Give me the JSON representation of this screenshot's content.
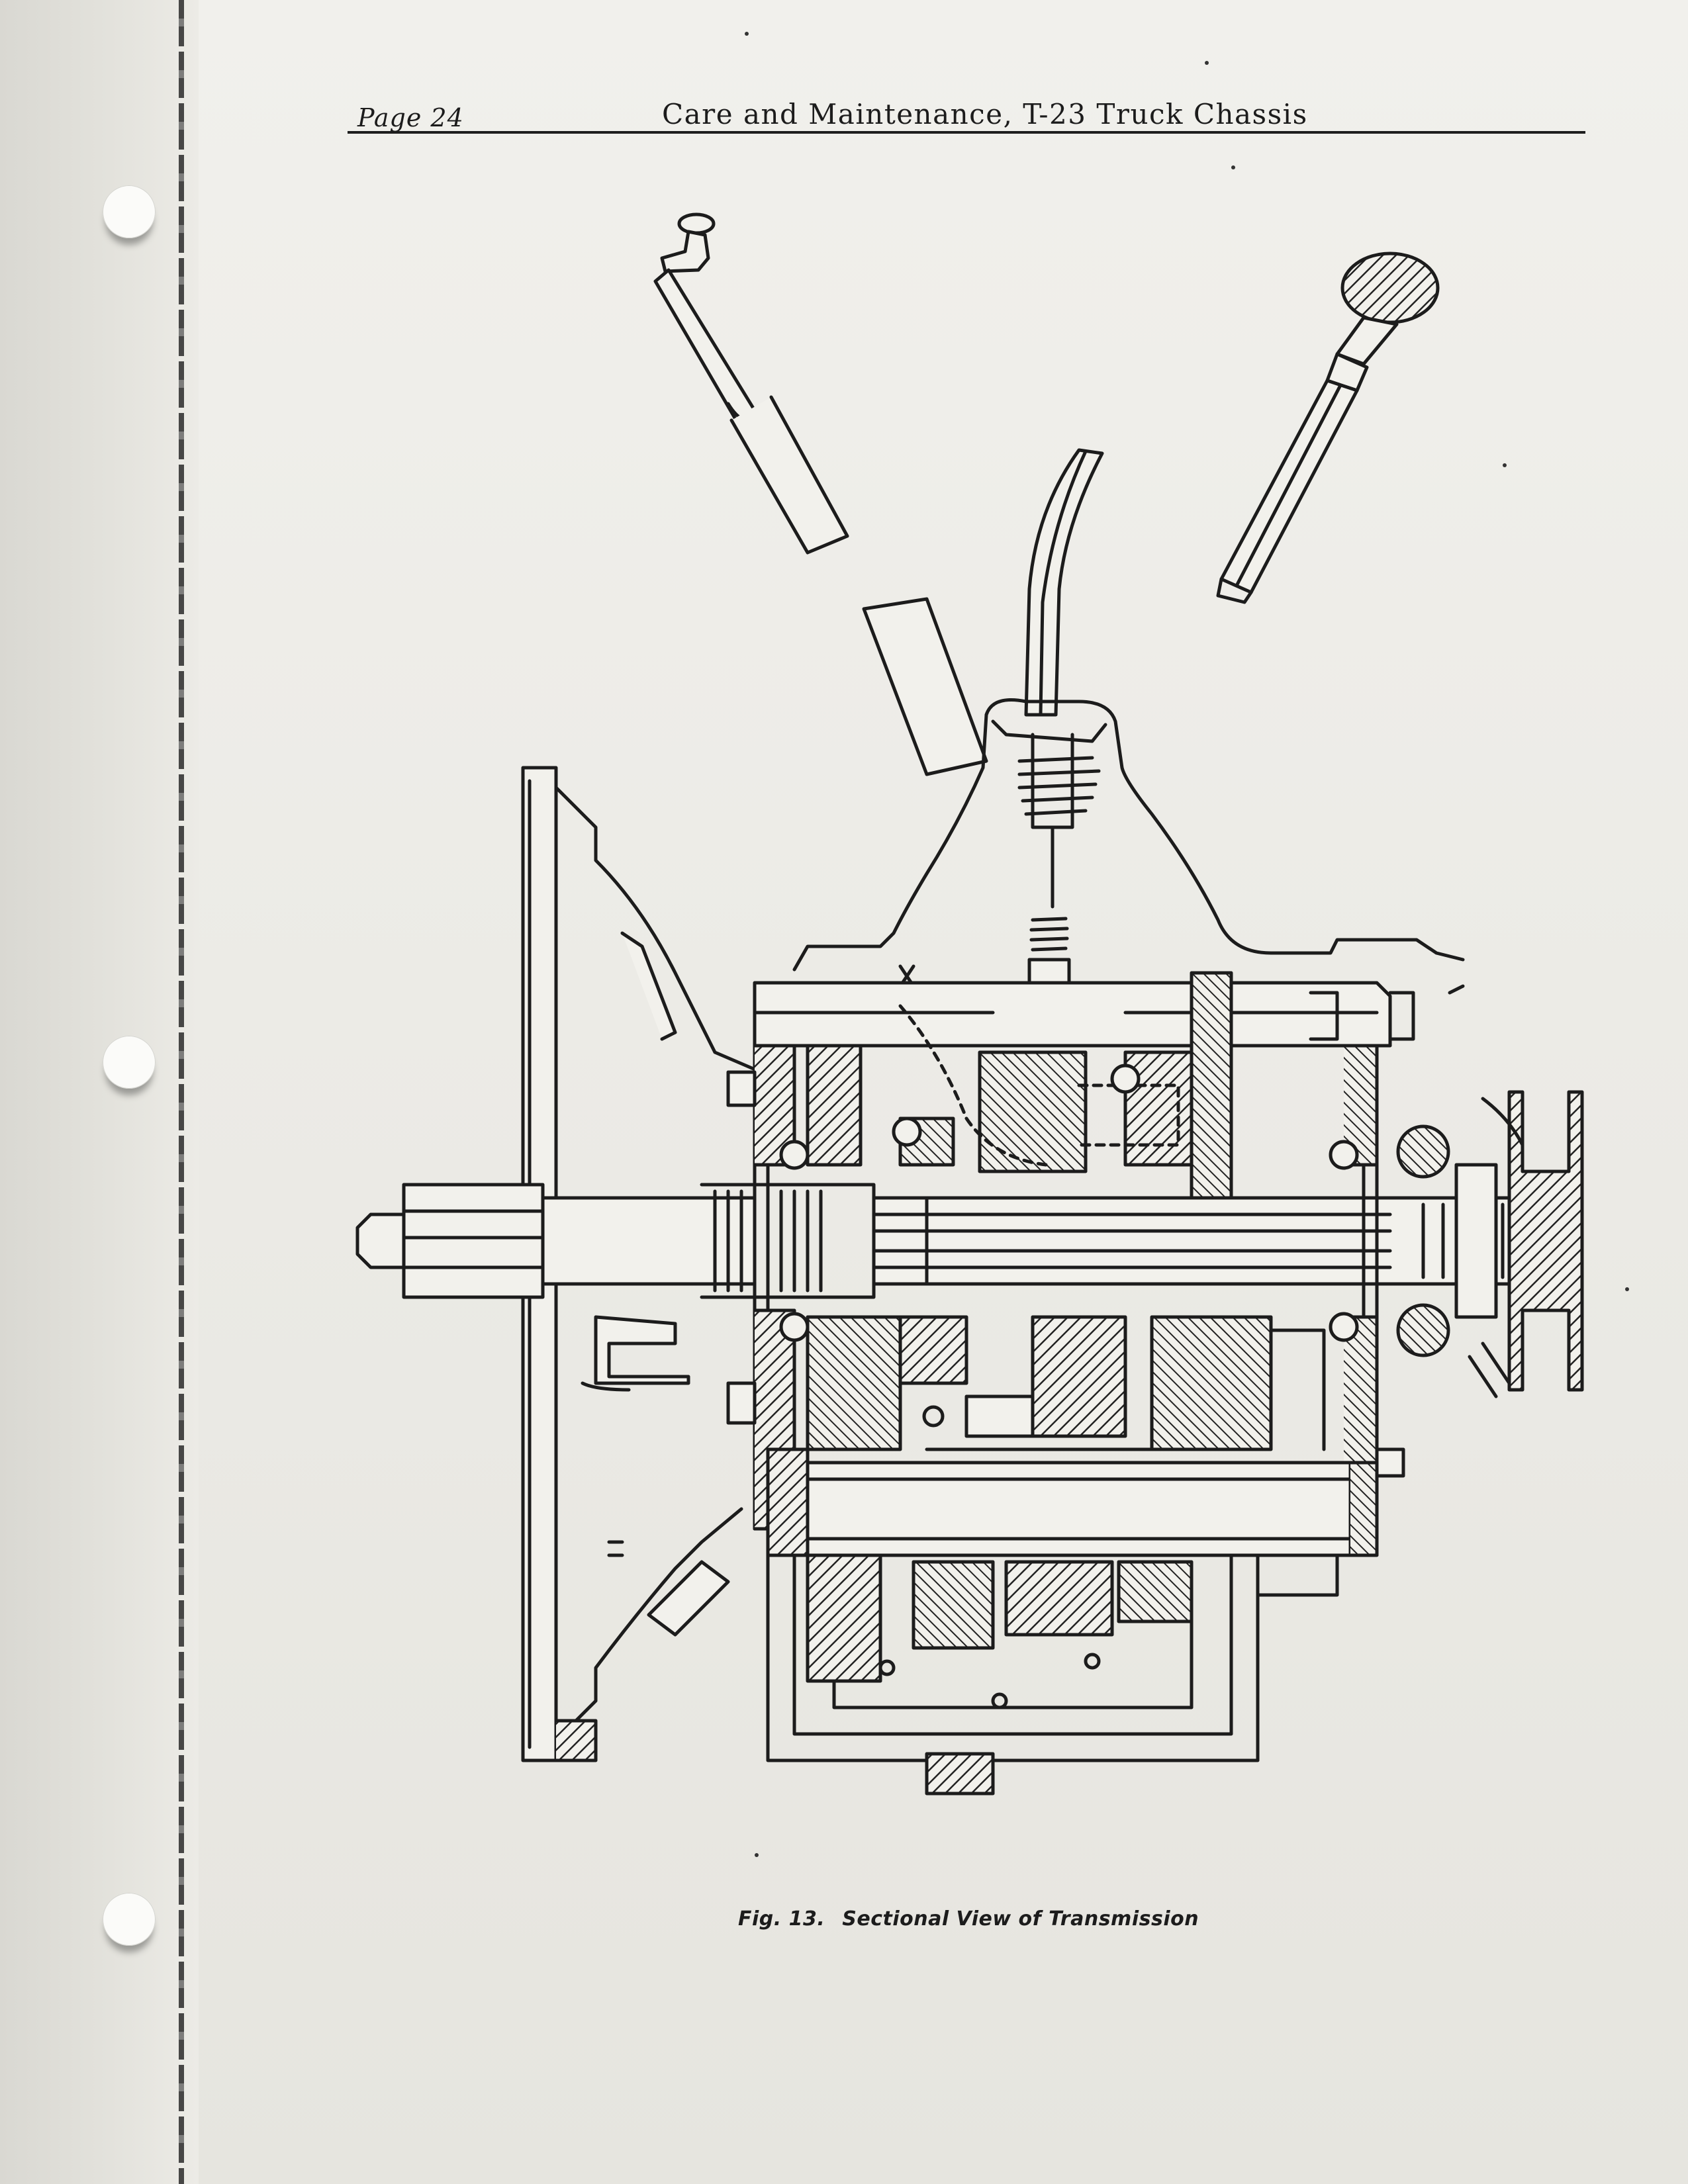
{
  "header": {
    "page_label": "Page 24",
    "title": "Care and Maintenance, T-23 Truck Chassis"
  },
  "figure": {
    "caption_number": "Fig. 13.",
    "caption_text": "Sectional View of Transmission"
  },
  "colors": {
    "ink": "#1c1c1c",
    "paper": "#ecebe6"
  }
}
